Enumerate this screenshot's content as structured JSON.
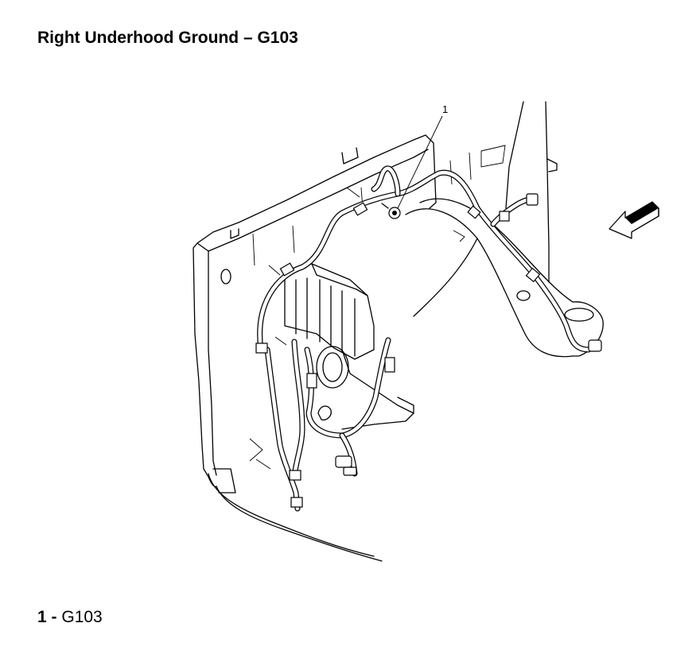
{
  "title": "Right Underhood Ground – G103",
  "callout": {
    "number": "1"
  },
  "legend": [
    {
      "number": "1",
      "separator": " - ",
      "text": "G103"
    }
  ],
  "icons": {
    "view_arrow": "direction-arrow-icon",
    "ground_bolt": "ground-bolt-icon"
  }
}
